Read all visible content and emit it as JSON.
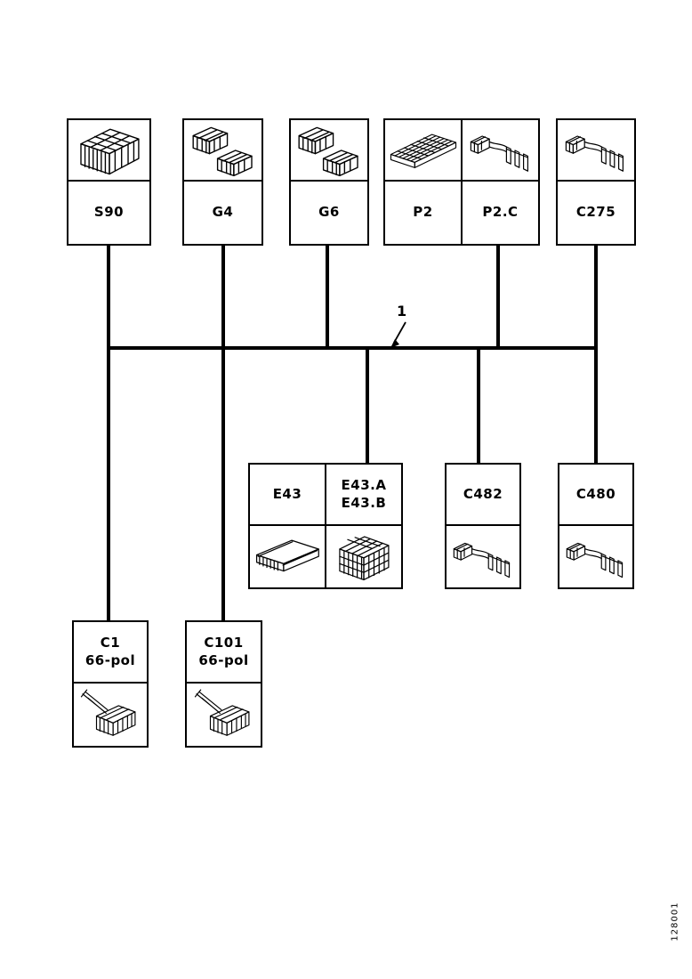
{
  "page": {
    "background": "#ffffff",
    "ink_color": "#000000",
    "footer_code": "128001"
  },
  "callout": {
    "label": "1"
  },
  "boxes": {
    "s90": {
      "label": "S90",
      "icon": "relay-box-iso"
    },
    "g4": {
      "label": "G4",
      "icon": "two-connectors-iso"
    },
    "g6": {
      "label": "G6",
      "icon": "two-connectors-iso"
    },
    "p2": {
      "label": "P2",
      "icon": "pin-strip-iso"
    },
    "p2c": {
      "label": "P2.C",
      "icon": "bracket-connector-iso"
    },
    "c275": {
      "label": "C275",
      "icon": "bracket-connector-iso"
    },
    "e43": {
      "label": "E43",
      "icon": "ecu-module-iso"
    },
    "e43ab": {
      "label_line1": "E43.A",
      "label_line2": "E43.B",
      "icon": "connector-block-iso"
    },
    "c482": {
      "label": "C482",
      "icon": "bracket-connector-iso"
    },
    "c480": {
      "label": "C480",
      "icon": "bracket-connector-iso"
    },
    "c1": {
      "label_line1": "C1",
      "label_line2": "66-pol",
      "icon": "pigtail-connector-iso"
    },
    "c101": {
      "label_line1": "C101",
      "label_line2": "66-pol",
      "icon": "pigtail-connector-iso"
    }
  }
}
